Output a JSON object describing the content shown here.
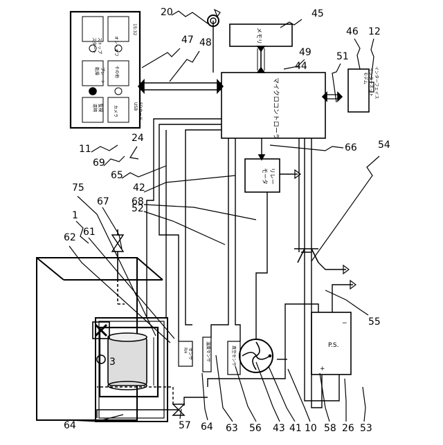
{
  "references": {
    "r1": "1",
    "r3": "3",
    "r10": "10",
    "r11": "11",
    "r12": "12",
    "r20": "20",
    "r24": "24",
    "r26": "26",
    "r41": "41",
    "r42": "42",
    "r43": "43",
    "r44": "44",
    "r45": "45",
    "r46": "46",
    "r47": "47",
    "r48": "48",
    "r49": "49",
    "r51": "51",
    "r52": "52",
    "r53": "53",
    "r54": "54",
    "r55": "55",
    "r56": "56",
    "r57": "57",
    "r58": "58",
    "r61": "61",
    "r62": "62",
    "r63": "63",
    "r64a": "64",
    "r64b": "64",
    "r65": "65",
    "r66": "66",
    "r67": "67",
    "r68": "68",
    "r69": "69",
    "r75": "75"
  },
  "labels": {
    "memory": "メモリ",
    "microcontroller": "マイクロコントローラ",
    "modem_line1": "モデム",
    "modem_line2": "インターネット",
    "modem_line3": "インターフェイス",
    "motor_relay_line1": "モータ",
    "motor_relay_line2": "リレー",
    "power_supply": "P.S.",
    "ps_minus": "−",
    "ps_plus": "+",
    "vacuum_sensor": "真空センサ",
    "temp_sensor": "温度センサ",
    "rh_sensor_line1": "RH",
    "rh_sensor_line2": "センサ"
  },
  "panel": {
    "start_stop_line1": "スタート",
    "start_stop_line2": "ストップ",
    "on_off": "オン・オフ",
    "time": "15:32",
    "brake_plate_line1": "乾燥",
    "brake_plate_line2": "プレート",
    "other": "その他",
    "remote_view_line1": "遠隔",
    "remote_view_line2": "監視",
    "camera": "カメラ",
    "usb_sd_line1": "USB",
    "usb_sd_line2": "SDカード"
  }
}
